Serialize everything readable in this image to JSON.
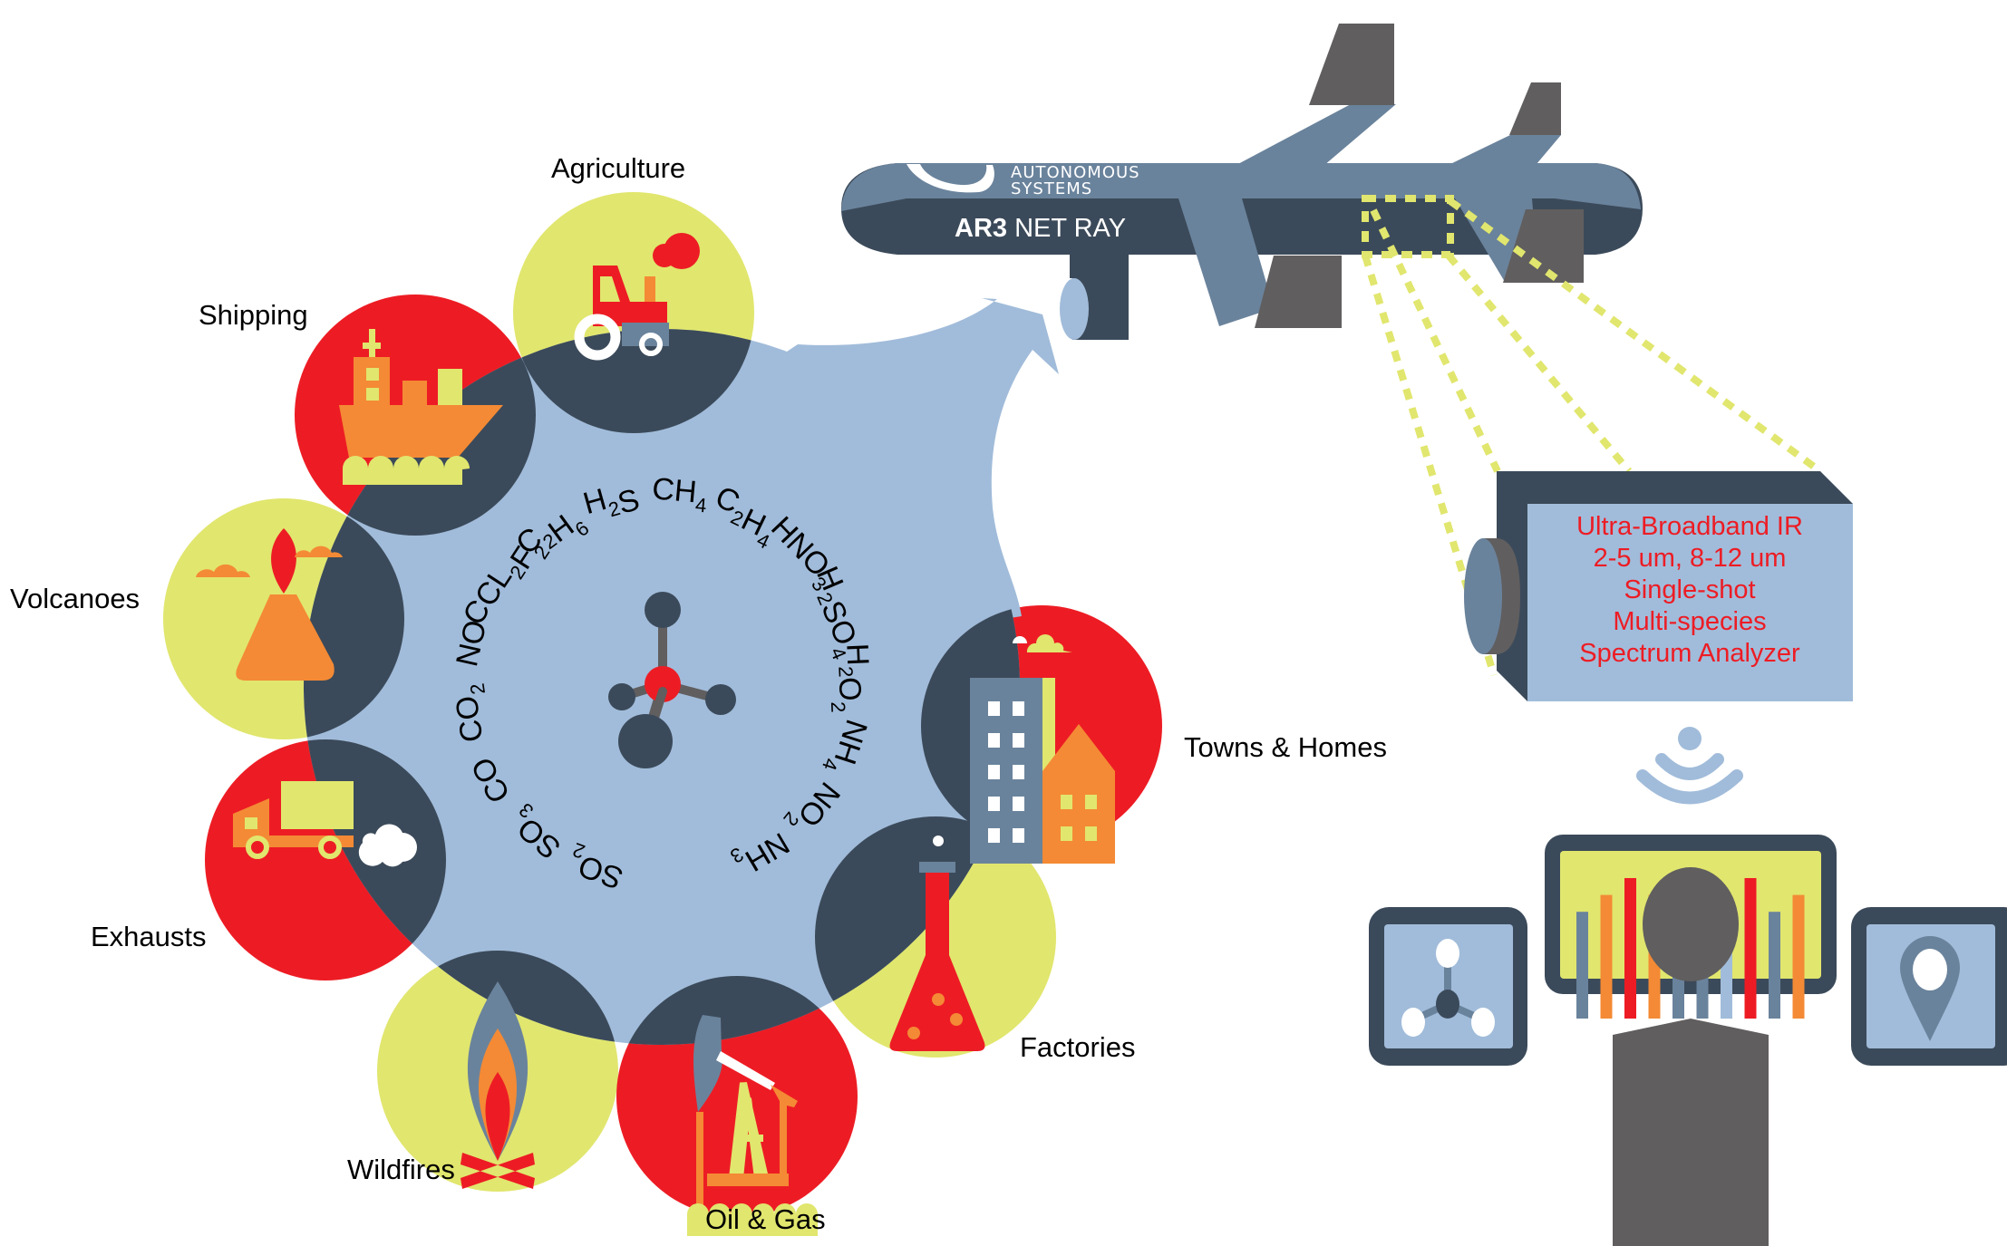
{
  "colors": {
    "yellow": "#e1e66e",
    "red": "#ed1c24",
    "orange": "#f48a35",
    "slate": "#6a839c",
    "dark": "#3b4a5a",
    "light_blue": "#a1bcda",
    "gray": "#605e5f",
    "white": "#ffffff"
  },
  "sources": [
    {
      "id": "agriculture",
      "label": "Agriculture",
      "color": "yellow",
      "icon": "tractor-icon"
    },
    {
      "id": "shipping",
      "label": "Shipping",
      "color": "red",
      "icon": "ship-icon"
    },
    {
      "id": "volcanoes",
      "label": "Volcanoes",
      "color": "yellow",
      "icon": "volcano-icon"
    },
    {
      "id": "exhausts",
      "label": "Exhausts",
      "color": "red",
      "icon": "truck-icon"
    },
    {
      "id": "wildfires",
      "label": "Wildfires",
      "color": "yellow",
      "icon": "campfire-icon"
    },
    {
      "id": "oil_gas",
      "label": "Oil & Gas",
      "color": "red",
      "icon": "oil-pump-icon"
    },
    {
      "id": "factories",
      "label": "Factories",
      "color": "yellow",
      "icon": "flask-icon"
    },
    {
      "id": "towns",
      "label": "Towns & Homes",
      "color": "red",
      "icon": "buildings-icon"
    }
  ],
  "molecules": [
    {
      "base": "SO",
      "sub": "2"
    },
    {
      "base": "SO",
      "sub": "3"
    },
    {
      "base": "CO",
      "sub": ""
    },
    {
      "base": "CO",
      "sub": "2"
    },
    {
      "base": "NO",
      "sub": ""
    },
    {
      "base": "CCL",
      "sub": "2",
      "tail": "F",
      "tail_sub": "2"
    },
    {
      "base": "C",
      "sub": "2",
      "tail": "H",
      "tail_sub": "6"
    },
    {
      "base": "H",
      "sub": "2",
      "tail": "S",
      "tail_sub": ""
    },
    {
      "base": "CH",
      "sub": "4"
    },
    {
      "base": "C",
      "sub": "2",
      "tail": "H",
      "tail_sub": "4"
    },
    {
      "base": "HNO",
      "sub": "3"
    },
    {
      "base": "H",
      "sub": "2",
      "tail": "SO",
      "tail_sub": "4"
    },
    {
      "base": "H",
      "sub": "2",
      "tail": "O",
      "tail_sub": "2"
    },
    {
      "base": "NH",
      "sub": "4"
    },
    {
      "base": "NO",
      "sub": "2"
    },
    {
      "base": "NH",
      "sub": "3"
    }
  ],
  "aircraft": {
    "brand_line1": "AUTONOMOUS",
    "brand_line2": "SYSTEMS",
    "model_bold": "AR3",
    "model_rest": " NET RAY"
  },
  "analyzer": {
    "lines": [
      "Ultra-Broadband IR",
      "2-5 um, 8-12 um",
      "Single-shot",
      "Multi-species",
      "Spectrum Analyzer"
    ]
  },
  "monitor_bars": [
    {
      "value": 0.76,
      "color": "slate"
    },
    {
      "value": 0.88,
      "color": "orange"
    },
    {
      "value": 1.0,
      "color": "red"
    },
    {
      "value": 0.88,
      "color": "orange"
    },
    {
      "value": 0.76,
      "color": "slate"
    },
    {
      "value": 0.76,
      "color": "slate"
    },
    {
      "value": 0.65,
      "color": "light_blue"
    },
    {
      "value": 1.0,
      "color": "red"
    },
    {
      "value": 0.76,
      "color": "slate"
    },
    {
      "value": 0.88,
      "color": "orange"
    }
  ],
  "icons": {
    "wifi": "wifi-icon",
    "molecule": "molecule-icon",
    "location": "location-pin-icon",
    "person": "person-icon"
  }
}
